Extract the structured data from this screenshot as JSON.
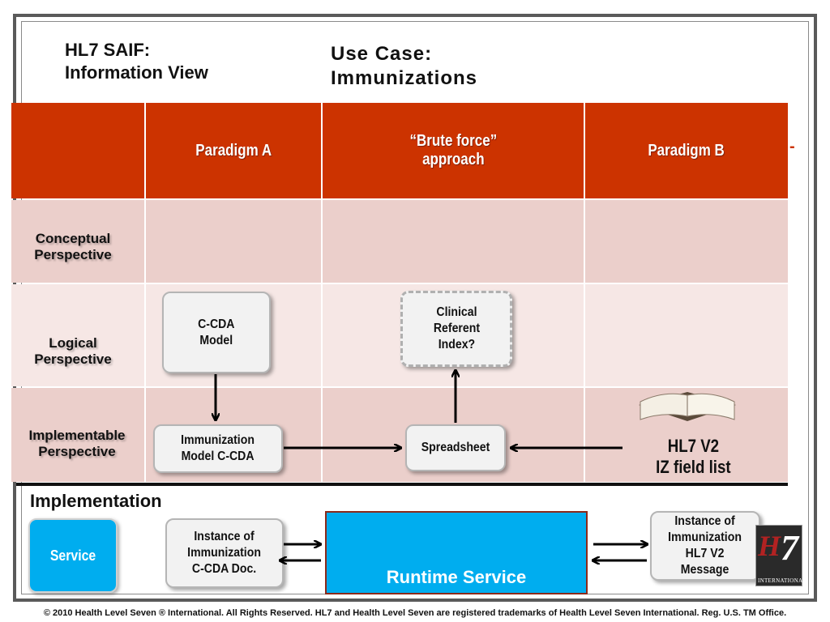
{
  "titles": {
    "left_line1": "HL7 SAIF:",
    "left_line2": "Information View",
    "right_line1": "Use Case:",
    "right_line2": "Immunizations"
  },
  "columns": {
    "paradigm_a": "Paradigm  A",
    "brute_line1": "“Brute force”",
    "brute_line2": "approach",
    "paradigm_b": "Paradigm  B"
  },
  "rows": {
    "conceptual_line1": "Conceptual",
    "conceptual_line2": "Perspective",
    "logical_line1": "Logical",
    "logical_line2": "Perspective",
    "implementable_line1": "Implementable",
    "implementable_line2": "Perspective"
  },
  "boxes": {
    "ccda_model_line1": "C-CDA",
    "ccda_model_line2": "Model",
    "cri_line1": "Clinical",
    "cri_line2": "Referent",
    "cri_line3": "Index?",
    "imm_model_line1": "Immunization",
    "imm_model_line2": "Model C-CDA",
    "spreadsheet": "Spreadsheet",
    "hl7v2_line1": "HL7 V2",
    "hl7v2_line2": "IZ field list"
  },
  "implementation": {
    "title": "Implementation",
    "service": "Service",
    "ccda_doc_line1": "Instance of",
    "ccda_doc_line2": "Immunization",
    "ccda_doc_line3": "C-CDA Doc.",
    "runtime": "Runtime Service",
    "v2_msg_line1": "Instance of",
    "v2_msg_line2": "Immunization",
    "v2_msg_line3": "HL7 V2",
    "v2_msg_line4": "Message"
  },
  "logo": {
    "mark_h": "H",
    "mark_7": "7",
    "text": "INTERNATIONAL"
  },
  "extra_mark": "-",
  "footer": "© 2010 Health Level Seven ® International. All Rights Reserved. HL7 and Health Level Seven are registered trademarks of Health Level Seven International. Reg. U.S. TM Office.",
  "colors": {
    "header_red": "#cc3300",
    "row_conceptual": "#ebcfcb",
    "row_logical": "#f6e7e5",
    "row_implementable": "#ebcfcb",
    "runtime_blue": "#00adef"
  }
}
